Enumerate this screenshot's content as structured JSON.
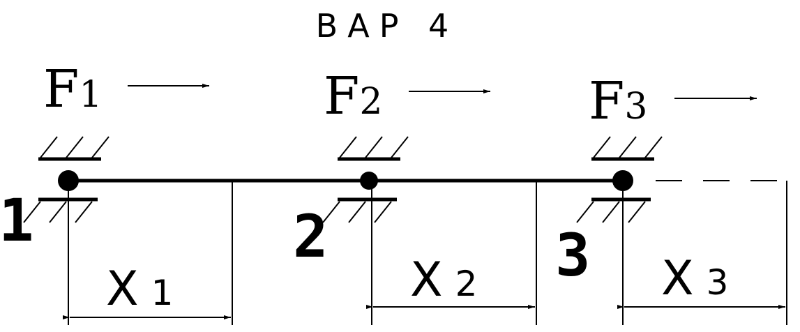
{
  "title": "ВАР 4",
  "nodes": [
    {
      "number": "1",
      "force_symbol": "F",
      "force_index": "1",
      "dim_symbol": "X",
      "dim_index": "1"
    },
    {
      "number": "2",
      "force_symbol": "F",
      "force_index": "2",
      "dim_symbol": "X",
      "dim_index": "2"
    },
    {
      "number": "3",
      "force_symbol": "F",
      "force_index": "3",
      "dim_symbol": "X",
      "dim_index": "3"
    }
  ]
}
